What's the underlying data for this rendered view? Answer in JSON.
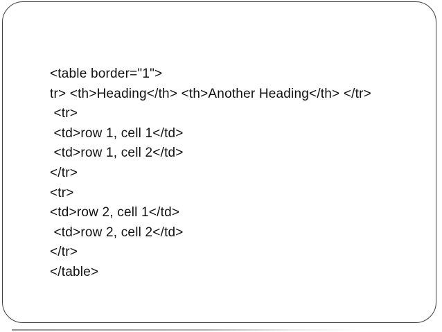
{
  "slide": {
    "description": "Presentation slide showing HTML table markup example",
    "code_lines": [
      "<table border=\"1\">",
      "tr> <th>Heading</th> <th>Another Heading</th> </tr>",
      " <tr>",
      " <td>row 1, cell 1</td>",
      " <td>row 1, cell 2</td>",
      "</tr>",
      "<tr>",
      "<td>row 2, cell 1</td>",
      " <td>row 2, cell 2</td>",
      "</tr>",
      "</table>"
    ],
    "colors": {
      "background": "#ffffff",
      "frame_border": "#3d3d3d",
      "text": "#111111",
      "shadow": "#6e6e6e"
    }
  }
}
